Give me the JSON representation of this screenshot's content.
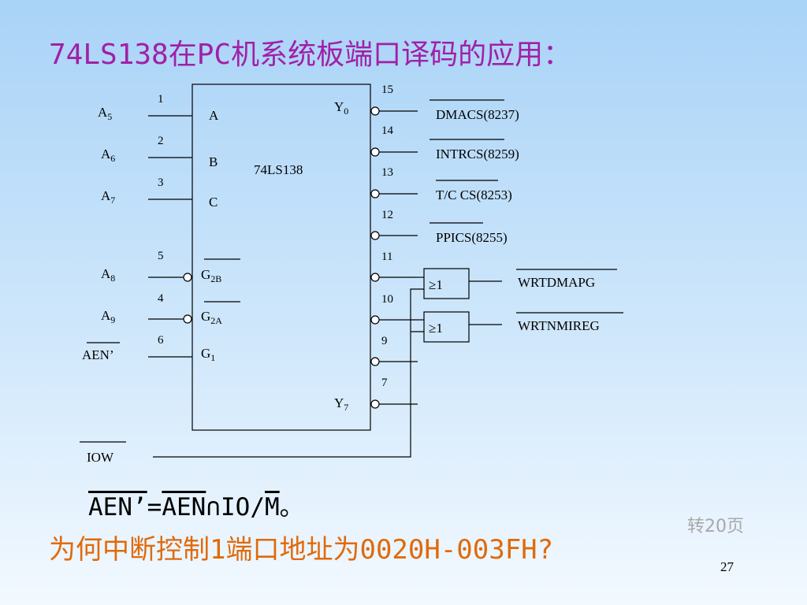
{
  "title": "74LS138在PC机系统板端口译码的应用：",
  "chip": {
    "name": "74LS138",
    "select_pins": [
      "A",
      "B",
      "C"
    ],
    "enable_pins": [
      {
        "main": "G",
        "sub": "2B",
        "inverted": true
      },
      {
        "main": "G",
        "sub": "2A",
        "inverted": true
      },
      {
        "main": "G",
        "sub": "1",
        "inverted": false
      }
    ],
    "out_first": {
      "main": "Y",
      "sub": "0"
    },
    "out_last": {
      "main": "Y",
      "sub": "7"
    }
  },
  "inputs": [
    {
      "main": "A",
      "sub": "5",
      "pin": "1"
    },
    {
      "main": "A",
      "sub": "6",
      "pin": "2"
    },
    {
      "main": "A",
      "sub": "7",
      "pin": "3"
    },
    {
      "main": "A",
      "sub": "8",
      "pin": "5"
    },
    {
      "main": "A",
      "sub": "9",
      "pin": "4"
    },
    {
      "main": "AEN’",
      "sub": "",
      "pin": "6"
    }
  ],
  "outputs": [
    {
      "pin": "15",
      "label": "DMACS(8237)"
    },
    {
      "pin": "14",
      "label": "INTRCS(8259)"
    },
    {
      "pin": "13",
      "label": "T/C  CS(8253)"
    },
    {
      "pin": "12",
      "label": "PPICS(8255)"
    },
    {
      "pin": "11",
      "label": ""
    },
    {
      "pin": "10",
      "label": ""
    },
    {
      "pin": "9",
      "label": ""
    },
    {
      "pin": "7",
      "label": ""
    }
  ],
  "gates": [
    {
      "symbol": "≥1",
      "output": "WRTDMAPG"
    },
    {
      "symbol": "≥1",
      "output": "WRTNMIREG"
    }
  ],
  "iow_label": "IOW",
  "formula": {
    "left": "AEN’",
    "eq": "=",
    "aen": "AEN",
    "op": "∩",
    "io": "IO/",
    "m": "M",
    "end": "。"
  },
  "question": "为何中断控制1端口地址为0020H-003FH?",
  "goto_link": "转20页",
  "page_number": "27"
}
